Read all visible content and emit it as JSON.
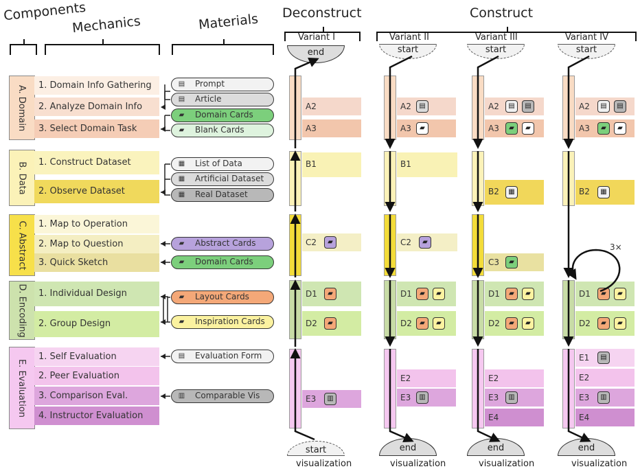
{
  "headers": {
    "components": "Components",
    "mechanics": "Mechanics",
    "materials": "Materials",
    "deconstruct": "Deconstruct",
    "construct": "Construct"
  },
  "components": [
    {
      "label": "A. Domain",
      "color": "#f9dcc4"
    },
    {
      "label": "B. Data",
      "color": "#fbf2b8"
    },
    {
      "label": "C. Abstract",
      "color": "#f7e04a"
    },
    {
      "label": "D. Encoding",
      "color": "#cde2ad"
    },
    {
      "label": "E. Evaluation",
      "color": "#f5c8f0"
    }
  ],
  "mechanics": [
    {
      "label": "1. Domain Info Gathering",
      "color": "#fcefe4"
    },
    {
      "label": "2. Analyze Domain Info",
      "color": "#f8dfd0"
    },
    {
      "label": "3. Select Domain Task",
      "color": "#f5cdb6"
    },
    {
      "label": "1. Construct Dataset",
      "color": "#faf3bd"
    },
    {
      "label": "2. Observe Dataset",
      "color": "#f0d95c"
    },
    {
      "label": "1. Map to Operation",
      "color": "#fbf6d8"
    },
    {
      "label": "2. Map to Question",
      "color": "#f4eec2"
    },
    {
      "label": "3. Quick Sketch",
      "color": "#e9dfa0"
    },
    {
      "label": "1. Individual Design",
      "color": "#cfe6b2"
    },
    {
      "label": "2. Group Design",
      "color": "#d3eca3"
    },
    {
      "label": "1. Self Evaluation",
      "color": "#f6d4f1"
    },
    {
      "label": "2. Peer Evaluation",
      "color": "#f3c3ec"
    },
    {
      "label": "3. Comparison Eval.",
      "color": "#dda6dd"
    },
    {
      "label": "4. Instructor Evaluation",
      "color": "#cf8fd0"
    }
  ],
  "materials": [
    {
      "label": "Prompt",
      "icon": "document-icon",
      "color": "#f2f2f2"
    },
    {
      "label": "Article",
      "icon": "document-icon",
      "color": "#dcdcdc"
    },
    {
      "label": "Domain Cards",
      "icon": "cards-icon",
      "color": "#7ccf7c"
    },
    {
      "label": "Blank Cards",
      "icon": "cards-icon",
      "color": "#def3de"
    },
    {
      "label": "List of Data",
      "icon": "table-icon",
      "color": "#f2f2f2"
    },
    {
      "label": "Artificial Dataset",
      "icon": "table-icon",
      "color": "#dcdcdc"
    },
    {
      "label": "Real Dataset",
      "icon": "table-icon",
      "color": "#b8b8b8"
    },
    {
      "label": "Abstract Cards",
      "icon": "cards-icon",
      "color": "#b7a2dc"
    },
    {
      "label": "Domain Cards",
      "icon": "cards-icon",
      "color": "#7ccf7c"
    },
    {
      "label": "Layout Cards",
      "icon": "cards-icon",
      "color": "#f4a878"
    },
    {
      "label": "Inspiration Cards",
      "icon": "cards-icon",
      "color": "#fbf2a0"
    },
    {
      "label": "Evaluation Form",
      "icon": "form-icon",
      "color": "#f2f2f2"
    },
    {
      "label": "Comparable Vis",
      "icon": "chart-icon",
      "color": "#b8b8b8"
    }
  ],
  "variants": [
    {
      "label": "Variant I",
      "top_cap": "end",
      "bottom_cap": "start",
      "bottom_label": "visualization"
    },
    {
      "label": "Variant II",
      "top_cap": "start",
      "bottom_cap": "end",
      "bottom_label": "visualization"
    },
    {
      "label": "Variant III",
      "top_cap": "start",
      "bottom_cap": "end",
      "bottom_label": "visualization"
    },
    {
      "label": "Variant IV",
      "top_cap": "start",
      "bottom_cap": "end",
      "bottom_label": "visualization"
    }
  ],
  "repeat_label": "3×",
  "colors": {
    "A2": "#f5d8cb",
    "A3": "#f2c6ac",
    "B1": "#f9f2b5",
    "B2": "#f1d75a",
    "C2": "#f4efc6",
    "C3": "#e9e1a1",
    "D1": "#cfe6b2",
    "D2": "#d3eca3",
    "E1": "#f6d4f1",
    "E2": "#f3c3ec",
    "E3": "#dda6dd",
    "E4": "#cf8fd0",
    "colA": "#f9dcc4",
    "colB": "#fbf2b8",
    "colC": "#f3dc3a",
    "colD": "#c8dca6",
    "colE": "#f5c8f0"
  },
  "band_labels": {
    "A2": "A2",
    "A3": "A3",
    "B1": "B1",
    "B2": "B2",
    "C2": "C2",
    "C3": "C3",
    "D1": "D1",
    "D2": "D2",
    "E1": "E1",
    "E2": "E2",
    "E3": "E3",
    "E4": "E4"
  }
}
